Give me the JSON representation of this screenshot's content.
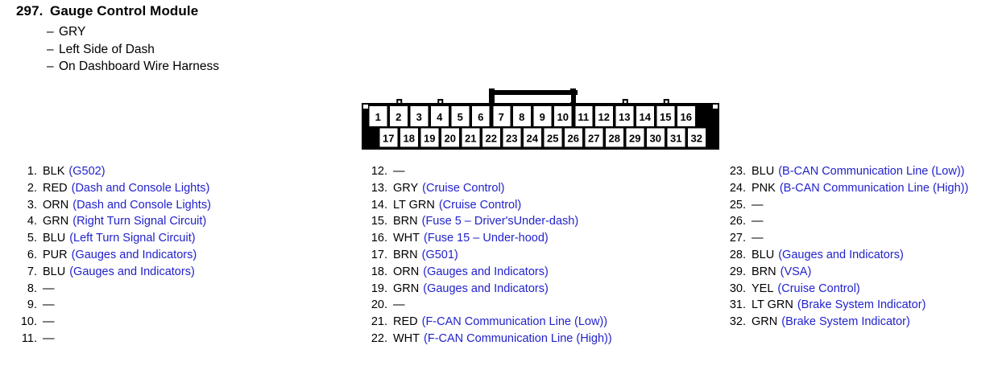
{
  "header": {
    "number": "297.",
    "title": "Gauge Control Module",
    "details": [
      "GRY",
      "Left Side of Dash",
      "On Dashboard Wire Harness"
    ],
    "dash": "–"
  },
  "connector": {
    "name": "32-pin-connector",
    "total_pins": 32,
    "top_row": [
      "1",
      "2",
      "3",
      "4",
      "5",
      "6",
      "7",
      "8",
      "9",
      "10",
      "11",
      "12",
      "13",
      "14",
      "15",
      "16"
    ],
    "bottom_row": [
      "17",
      "18",
      "19",
      "20",
      "21",
      "22",
      "23",
      "24",
      "25",
      "26",
      "27",
      "28",
      "29",
      "30",
      "31",
      "32"
    ],
    "latch_span_pins": [
      "7",
      "8",
      "9",
      "10"
    ],
    "outline_color": "#000000",
    "fill_color": "#ffffff"
  },
  "legend": {
    "empty_marker": "—",
    "color_text_color": "#000000",
    "description_text_color": "#2222cc"
  },
  "pins": {
    "column_1": [
      {
        "n": "1.",
        "color": "BLK",
        "desc": "(G502)"
      },
      {
        "n": "2.",
        "color": "RED",
        "desc": "(Dash and Console Lights)"
      },
      {
        "n": "3.",
        "color": "ORN",
        "desc": "(Dash and Console Lights)"
      },
      {
        "n": "4.",
        "color": "GRN",
        "desc": "(Right Turn Signal Circuit)"
      },
      {
        "n": "5.",
        "color": "BLU",
        "desc": "(Left Turn Signal Circuit)"
      },
      {
        "n": "6.",
        "color": "PUR",
        "desc": "(Gauges and Indicators)"
      },
      {
        "n": "7.",
        "color": "BLU",
        "desc": "(Gauges and Indicators)"
      },
      {
        "n": "8.",
        "color": "—",
        "desc": ""
      },
      {
        "n": "9.",
        "color": "—",
        "desc": ""
      },
      {
        "n": "10.",
        "color": "—",
        "desc": ""
      },
      {
        "n": "11.",
        "color": "—",
        "desc": ""
      }
    ],
    "column_2": [
      {
        "n": "12.",
        "color": "—",
        "desc": ""
      },
      {
        "n": "13.",
        "color": "GRY",
        "desc": "(Cruise Control)"
      },
      {
        "n": "14.",
        "color": "LT GRN",
        "desc": "(Cruise Control)"
      },
      {
        "n": "15.",
        "color": "BRN",
        "desc": "(Fuse 5 – Driver'sUnder-dash)"
      },
      {
        "n": "16.",
        "color": "WHT",
        "desc": "(Fuse 15 – Under-hood)"
      },
      {
        "n": "17.",
        "color": "BRN",
        "desc": "(G501)"
      },
      {
        "n": "18.",
        "color": "ORN",
        "desc": "(Gauges and Indicators)"
      },
      {
        "n": "19.",
        "color": "GRN",
        "desc": "(Gauges and Indicators)"
      },
      {
        "n": "20.",
        "color": "—",
        "desc": ""
      },
      {
        "n": "21.",
        "color": "RED",
        "desc": "(F-CAN Communication Line (Low))"
      },
      {
        "n": "22.",
        "color": "WHT",
        "desc": "(F-CAN Communication Line (High))"
      }
    ],
    "column_3": [
      {
        "n": "23.",
        "color": "BLU",
        "desc": "(B-CAN Communication Line (Low))"
      },
      {
        "n": "24.",
        "color": "PNK",
        "desc": "(B-CAN Communication Line (High))"
      },
      {
        "n": "25.",
        "color": "—",
        "desc": ""
      },
      {
        "n": "26.",
        "color": "—",
        "desc": ""
      },
      {
        "n": "27.",
        "color": "—",
        "desc": ""
      },
      {
        "n": "28.",
        "color": "BLU",
        "desc": "(Gauges and Indicators)"
      },
      {
        "n": "29.",
        "color": "BRN",
        "desc": "(VSA)"
      },
      {
        "n": "30.",
        "color": "YEL",
        "desc": "(Cruise Control)"
      },
      {
        "n": "31.",
        "color": "LT GRN",
        "desc": "(Brake System Indicator)"
      },
      {
        "n": "32.",
        "color": "GRN",
        "desc": "(Brake System Indicator)"
      }
    ]
  }
}
